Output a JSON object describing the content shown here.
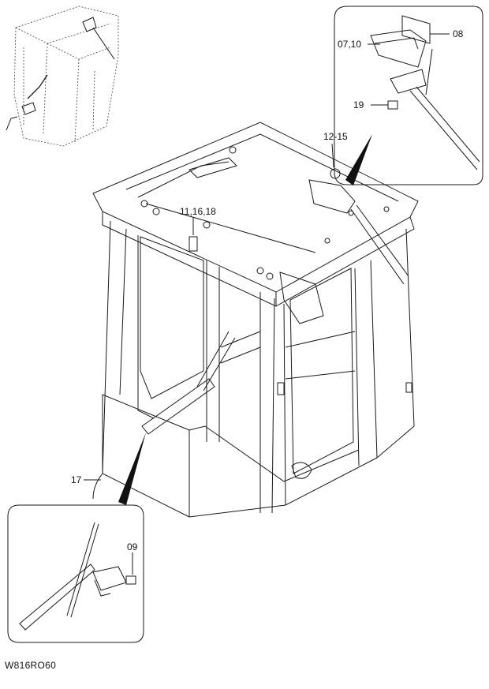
{
  "diagram": {
    "drawing_code": "W816RO60",
    "part_labels": [
      {
        "id": "lbl-08",
        "text": "08"
      },
      {
        "id": "lbl-07-10",
        "text": "07,10"
      },
      {
        "id": "lbl-19",
        "text": "19"
      },
      {
        "id": "lbl-12-15",
        "text": "12-15"
      },
      {
        "id": "lbl-11-16-18",
        "text": "11,16,18"
      },
      {
        "id": "lbl-17",
        "text": "17"
      },
      {
        "id": "lbl-09",
        "text": "09"
      }
    ]
  }
}
